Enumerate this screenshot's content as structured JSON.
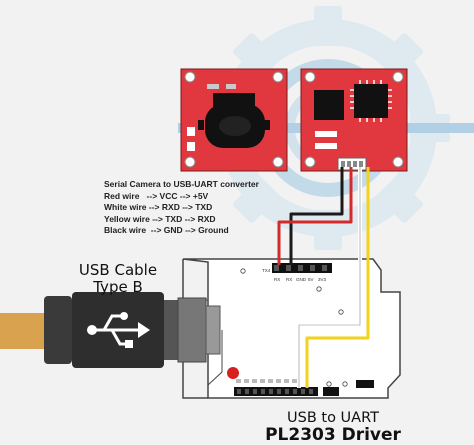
{
  "diagram": {
    "heading": "Serial Camera to USB-UART converter",
    "wiring": [
      {
        "wire": "Red wire",
        "arrow1": "-->",
        "camera_pin": "VCC",
        "arrow2": "-->",
        "uart_pin": "+5V"
      },
      {
        "wire": "White wire",
        "arrow1": "-->",
        "camera_pin": "RXD",
        "arrow2": "-->",
        "uart_pin": "TXD"
      },
      {
        "wire": "Yellow wire",
        "arrow1": "-->",
        "camera_pin": "TXD",
        "arrow2": "-->",
        "uart_pin": "RXD"
      },
      {
        "wire": "Black wire",
        "arrow1": "-->",
        "camera_pin": "GND",
        "arrow2": "-->",
        "uart_pin": "Ground"
      }
    ],
    "cable_label": [
      "USB Cable",
      "Type B"
    ],
    "driver_label": [
      "USB to UART",
      "PL2303 Driver"
    ],
    "board_labels": {
      "tx_header": "TX4",
      "rx_header": "RX",
      "header_pins": [
        "RX",
        "GND",
        "5V",
        "3V3"
      ]
    },
    "colors": {
      "camera_board": "#e0383e",
      "uart_board": "#ffffff",
      "gear_watermark": "#1a8ec9",
      "red_wire": "#d42a2a",
      "white_wire": "#ffffff",
      "yellow_wire": "#f2d21b",
      "black_wire": "#1a1a1a",
      "usb_plug_metal": "#d9a24e",
      "usb_plug_body": "#3a3a3a",
      "led": "#d61f1f"
    }
  }
}
